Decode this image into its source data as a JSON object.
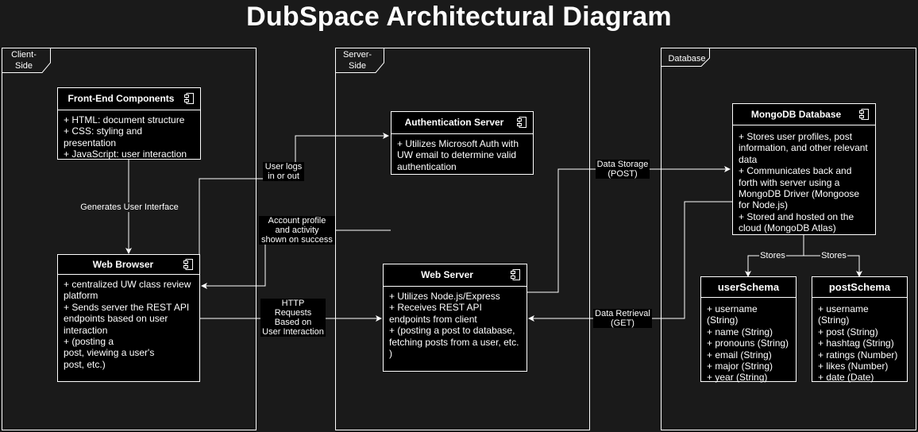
{
  "title": "DubSpace Architectural Diagram",
  "lanes": {
    "client": "Client-\nSide",
    "server": "Server-\nSide",
    "database": "Database"
  },
  "components": {
    "frontend": {
      "name": "Front-End Components",
      "items": "+ HTML: document structure\n+ CSS: styling and presentation\n+ JavaScript: user interaction"
    },
    "browser": {
      "name": "Web Browser",
      "items": "+ centralized UW class review platform\n+ Sends server the REST API endpoints based on user interaction\n+ (posting a\npost, viewing a user's\npost, etc.)"
    },
    "auth": {
      "name": "Authentication Server",
      "items": "+ Utilizes Microsoft Auth with UW email to determine valid authentication"
    },
    "webserver": {
      "name": "Web Server",
      "items": "+ Utilizes Node.js/Express\n+ Receives REST API endpoints from client\n+ (posting a post to database, fetching posts from a user, etc. )"
    },
    "mongodb": {
      "name": "MongoDB Database",
      "items": "+ Stores user profiles, post information, and other relevant data\n+ Communicates back and forth with server using a MongoDB Driver (Mongoose for Node.js)\n+ Stored and hosted on the cloud (MongoDB Atlas)"
    },
    "userSchema": {
      "name": "userSchema",
      "items": "+ username (String)\n+ name (String)\n+ pronouns (String)\n+ email (String)\n+ major (String)\n+ year (String)"
    },
    "postSchema": {
      "name": "postSchema",
      "items": "+ username (String)\n+ post (String)\n+ hashtag (String)\n+ ratings (Number)\n+ likes (Number)\n+ date (Date)"
    }
  },
  "edges": {
    "generates_ui": "Generates User Interface",
    "user_logs": "User logs\nin or out",
    "account_profile": "Account profile\nand activity\nshown on success",
    "http_requests": "HTTP\nRequests\nBased on\nUser Interaction",
    "data_storage": "Data Storage\n(POST)",
    "data_retrieval": "Data Retrieval\n(GET)",
    "stores_left": "Stores",
    "stores_right": "Stores"
  }
}
